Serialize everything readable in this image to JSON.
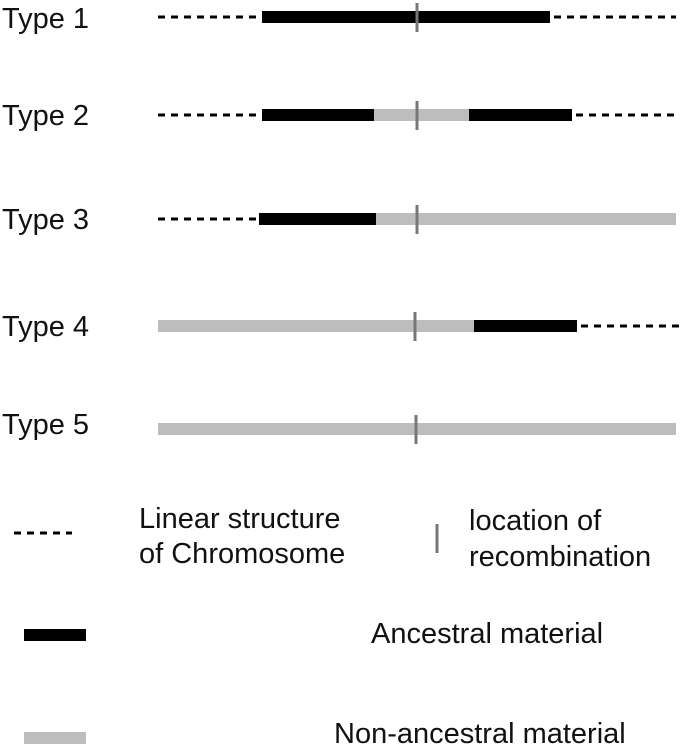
{
  "rows": [
    {
      "label": "Type 1",
      "segments": [
        "linear",
        "ancestral",
        "ancestral",
        "linear"
      ]
    },
    {
      "label": "Type 2",
      "segments": [
        "linear",
        "ancestral",
        "non-ancestral",
        "non-ancestral",
        "ancestral",
        "linear"
      ]
    },
    {
      "label": "Type 3",
      "segments": [
        "linear",
        "ancestral",
        "non-ancestral",
        "non-ancestral"
      ]
    },
    {
      "label": "Type 4",
      "segments": [
        "non-ancestral",
        "non-ancestral",
        "ancestral",
        "linear"
      ]
    },
    {
      "label": "Type 5",
      "segments": [
        "non-ancestral",
        "non-ancestral"
      ]
    }
  ],
  "legend": {
    "linear": {
      "line1": "Linear structure",
      "line2": "of Chromosome"
    },
    "recombination": {
      "line1": "location of",
      "line2": "recombination"
    },
    "ancestral": {
      "label": "Ancestral material"
    },
    "non_ancestral": {
      "label": "Non-ancestral material"
    }
  },
  "colors": {
    "ancestral": "#000000",
    "non_ancestral": "#bdbdbd",
    "linear": "#000000",
    "recombination": "#777777"
  }
}
